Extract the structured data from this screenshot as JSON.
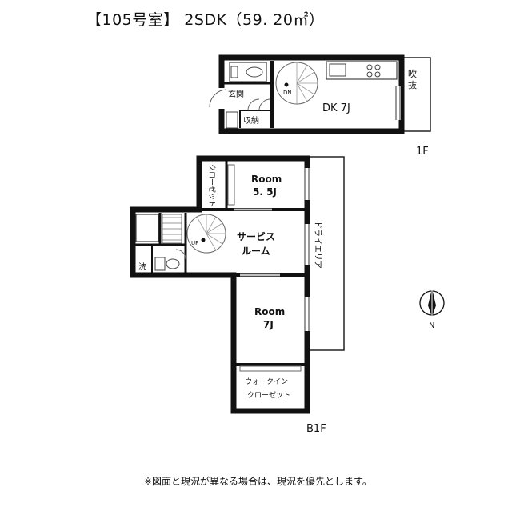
{
  "title": "【105号室】 2SDK（59. 20㎡）",
  "floor_1f": {
    "floor_label": "1F",
    "rooms": {
      "dk": "DK  7J",
      "fukinuke_1": "吹",
      "fukinuke_2": "抜",
      "genkan": "玄関",
      "shuno": "収納",
      "stair_dn": "DN"
    }
  },
  "floor_b1f": {
    "floor_label": "B1F",
    "rooms": {
      "room_a_1": "Room",
      "room_a_2": "5. 5J",
      "closet_v": "クローゼット",
      "service_1": "サービス",
      "service_2": "ルーム",
      "dry_area": "ドライエリア",
      "room_b_1": "Room",
      "room_b_2": "7J",
      "walkin_1": "ウォークイン",
      "walkin_2": "クローゼット",
      "wash": "洗",
      "stair_up": "UP"
    }
  },
  "compass": {
    "label": "N"
  },
  "note": "※図面と現況が異なる場合は、現況を優先とします。"
}
